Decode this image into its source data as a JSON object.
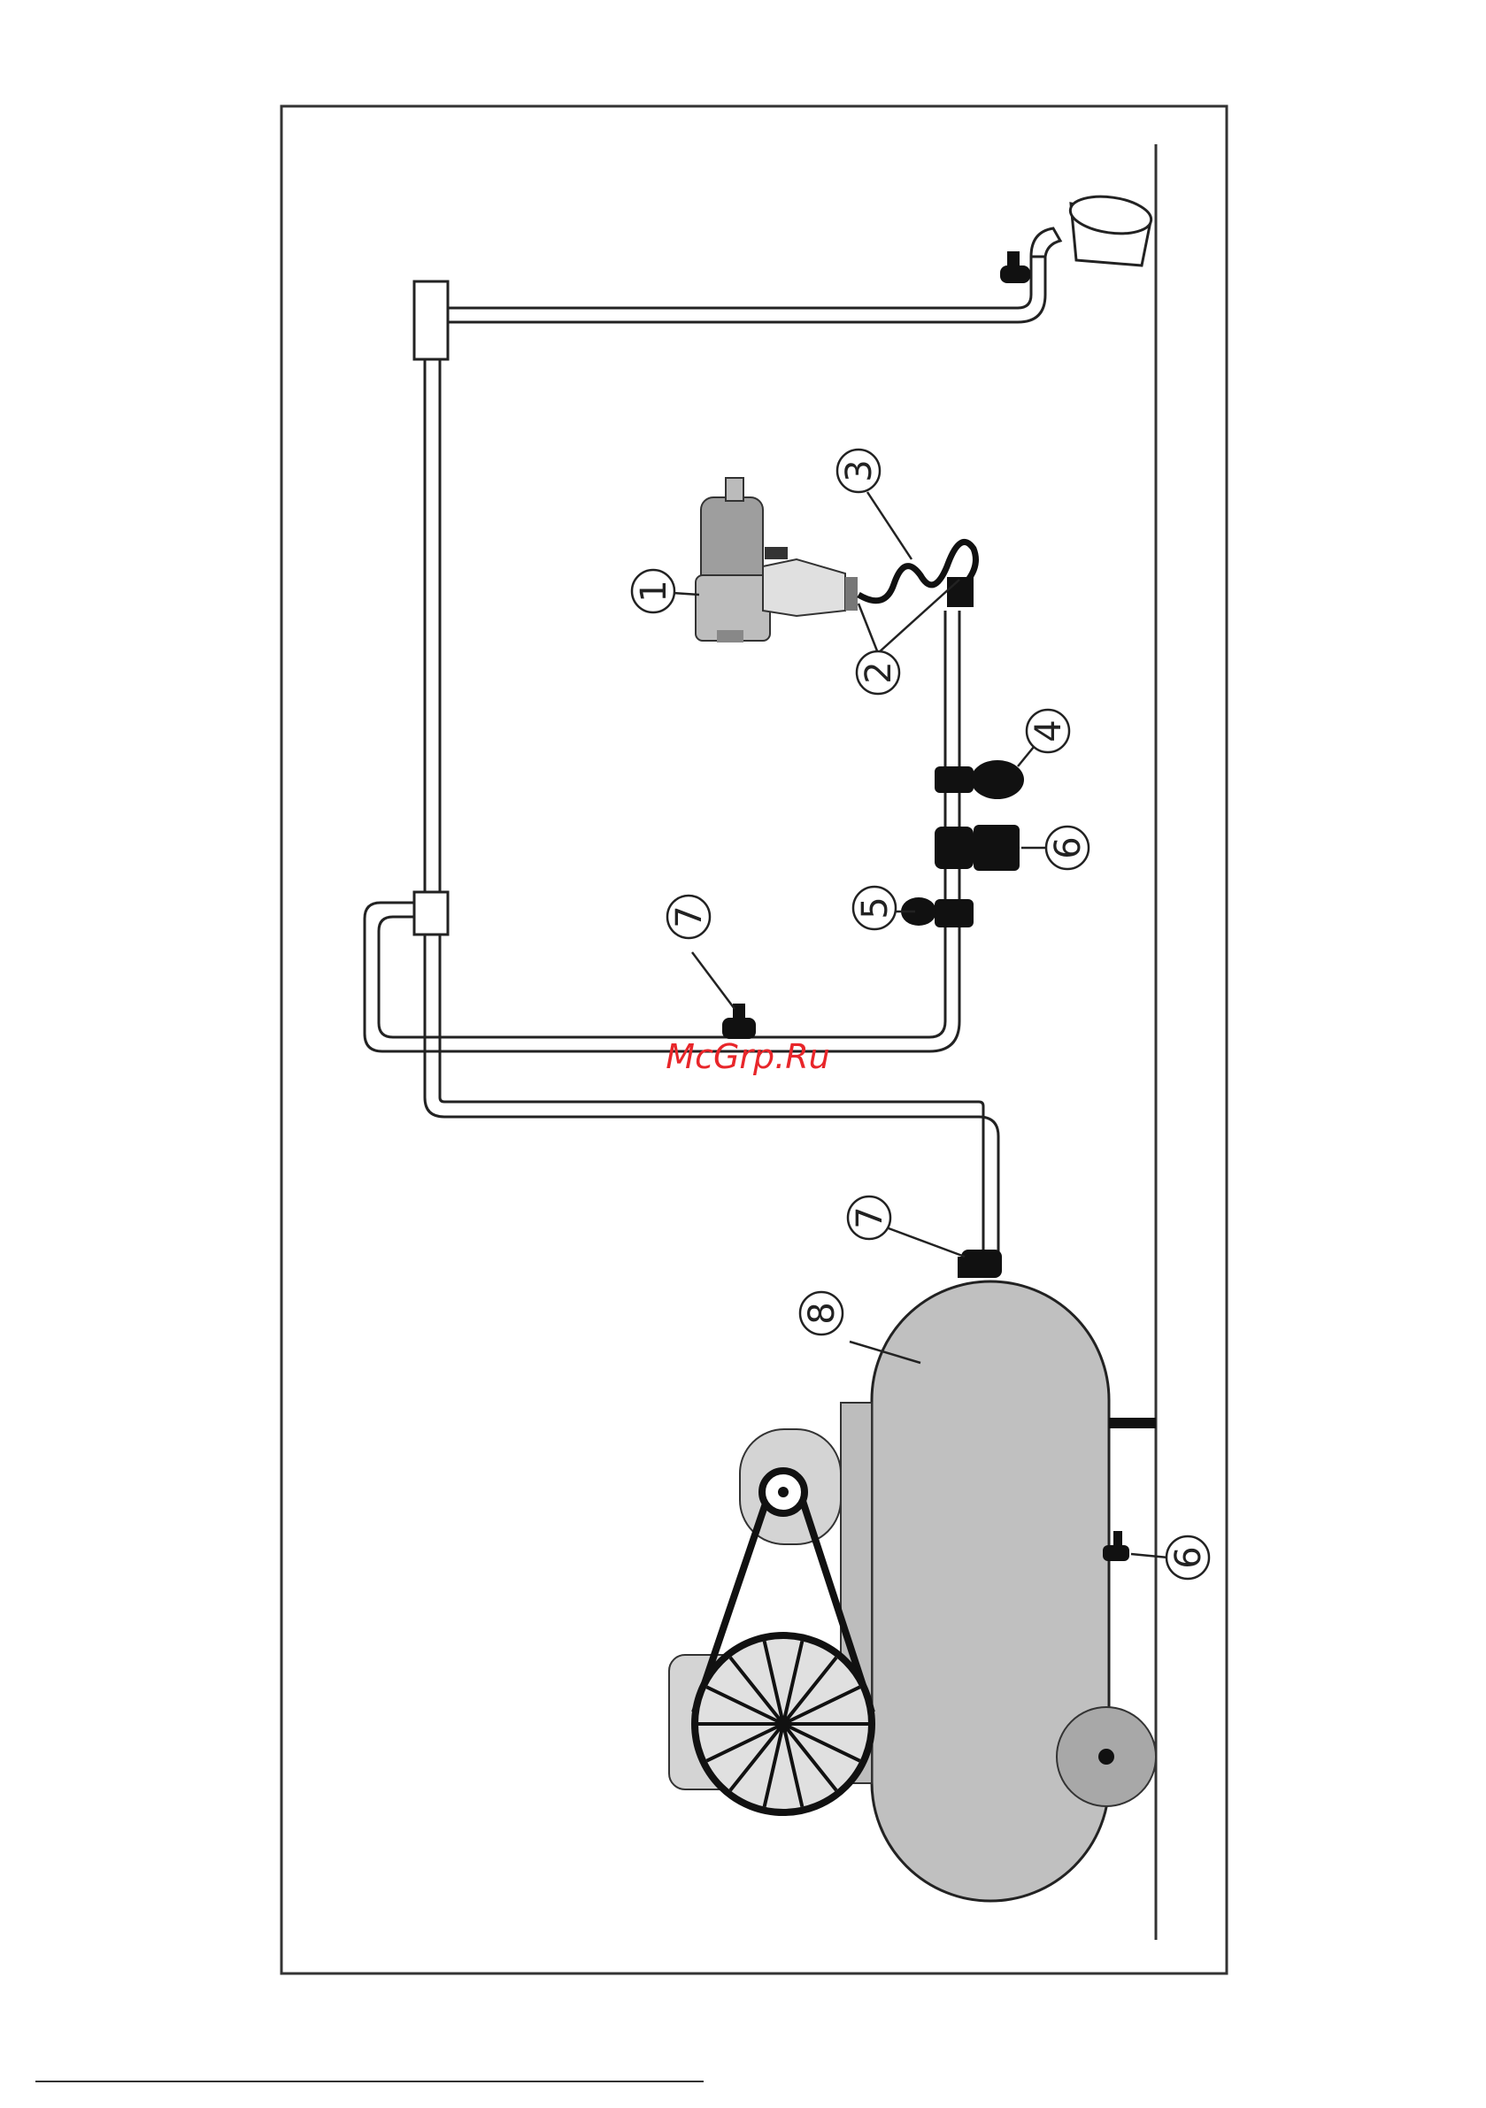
{
  "watermark": {
    "text": "McGrp.Ru",
    "color": "#e8262a"
  },
  "callouts": {
    "c1": "1",
    "c2": "2",
    "c3": "3",
    "c4": "4",
    "c5": "5",
    "c6a": "6",
    "c6b": "6",
    "c7a": "7",
    "c7b": "7",
    "c8": "8"
  },
  "colors": {
    "pipe_stroke": "#222222",
    "tank_fill": "#c0c0c0",
    "motor_fill": "#d4d4d4",
    "fitting_fill": "#111111"
  },
  "icons": [
    "air-tool-icon",
    "bucket-icon",
    "valve-icon",
    "filter-icon",
    "lubricator-icon",
    "regulator-icon",
    "compressor-tank-icon",
    "pulley-icon",
    "flywheel-icon",
    "wheel-icon"
  ]
}
